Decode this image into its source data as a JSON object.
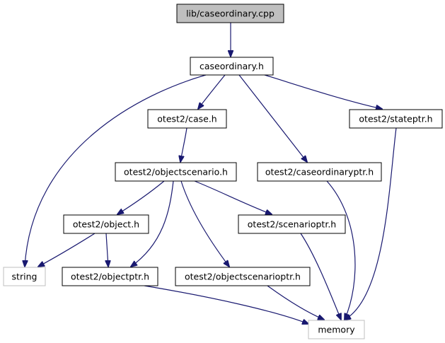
{
  "diagram": {
    "colors": {
      "edge": "#191970",
      "root_fill": "#bfbfbf",
      "node_border": "#000000",
      "system_border": "#bfbfbf",
      "background": "#ffffff"
    },
    "nodes": [
      {
        "id": "root",
        "label": "lib/caseordinary.cpp",
        "kind": "root"
      },
      {
        "id": "caseordinary_h",
        "label": "caseordinary.h",
        "kind": "header"
      },
      {
        "id": "case_h",
        "label": "otest2/case.h",
        "kind": "header"
      },
      {
        "id": "stateptr_h",
        "label": "otest2/stateptr.h",
        "kind": "header"
      },
      {
        "id": "objectscenario_h",
        "label": "otest2/objectscenario.h",
        "kind": "header"
      },
      {
        "id": "caseordinaryptr_h",
        "label": "otest2/caseordinaryptr.h",
        "kind": "header"
      },
      {
        "id": "object_h",
        "label": "otest2/object.h",
        "kind": "header"
      },
      {
        "id": "scenarioptr_h",
        "label": "otest2/scenarioptr.h",
        "kind": "header"
      },
      {
        "id": "string",
        "label": "string",
        "kind": "system"
      },
      {
        "id": "objectptr_h",
        "label": "otest2/objectptr.h",
        "kind": "header"
      },
      {
        "id": "objectscenarioptr_h",
        "label": "otest2/objectscenarioptr.h",
        "kind": "header"
      },
      {
        "id": "memory",
        "label": "memory",
        "kind": "system"
      }
    ],
    "edges": [
      {
        "from": "root",
        "to": "caseordinary_h"
      },
      {
        "from": "caseordinary_h",
        "to": "case_h"
      },
      {
        "from": "caseordinary_h",
        "to": "stateptr_h"
      },
      {
        "from": "caseordinary_h",
        "to": "caseordinaryptr_h"
      },
      {
        "from": "caseordinary_h",
        "to": "string"
      },
      {
        "from": "case_h",
        "to": "objectscenario_h"
      },
      {
        "from": "objectscenario_h",
        "to": "object_h"
      },
      {
        "from": "objectscenario_h",
        "to": "objectptr_h"
      },
      {
        "from": "objectscenario_h",
        "to": "scenarioptr_h"
      },
      {
        "from": "objectscenario_h",
        "to": "objectscenarioptr_h"
      },
      {
        "from": "object_h",
        "to": "string"
      },
      {
        "from": "object_h",
        "to": "objectptr_h"
      },
      {
        "from": "stateptr_h",
        "to": "memory"
      },
      {
        "from": "caseordinaryptr_h",
        "to": "memory"
      },
      {
        "from": "scenarioptr_h",
        "to": "memory"
      },
      {
        "from": "objectptr_h",
        "to": "memory"
      },
      {
        "from": "objectscenarioptr_h",
        "to": "memory"
      }
    ]
  }
}
